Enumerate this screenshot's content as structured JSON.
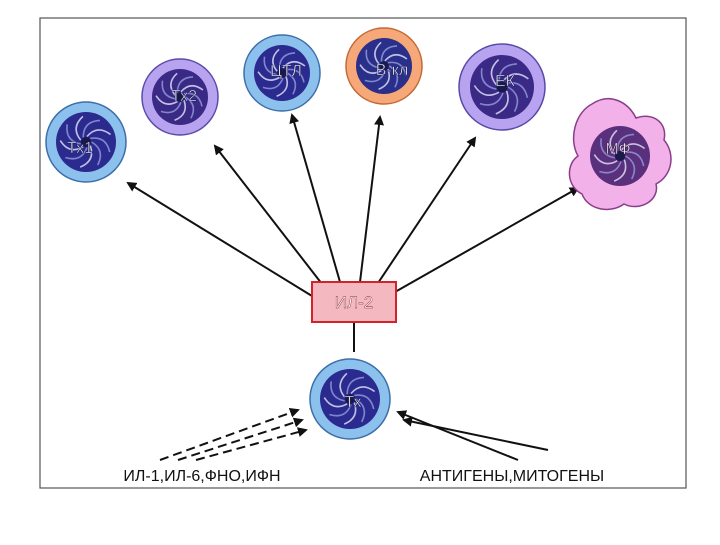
{
  "colors": {
    "frame": "#555555",
    "arrow": "#111111",
    "box_fill": "#f4b8c0",
    "box_stroke": "#d2232a",
    "box_text": "#ffffff",
    "cell_ring_blue": "#8bc1ec",
    "cell_core_blue": "#2b2a8f",
    "cell_ring_purple": "#b7a3ef",
    "cell_core_purple": "#3a2a86",
    "cell_ring_orange": "#f7a878",
    "cell_core_orange": "#2a2f8a",
    "macrophage_fill": "#f3b1ea",
    "macrophage_core": "#5a2f7c"
  },
  "cells": {
    "tx1": {
      "label": "Тх1"
    },
    "tx2": {
      "label": "Тх2"
    },
    "ctl": {
      "label": "ЦТЛ"
    },
    "b": {
      "label": "В-кл"
    },
    "ek": {
      "label": "ЕК"
    },
    "mf": {
      "label": "МФ"
    },
    "tx": {
      "label": "Тх"
    }
  },
  "il2": {
    "label": "ИЛ-2"
  },
  "inputs": {
    "left_label": "ИЛ-1,ИЛ-6,ФНО,ИФН",
    "right_label": "АНТИГЕНЫ,МИТОГЕНЫ"
  }
}
